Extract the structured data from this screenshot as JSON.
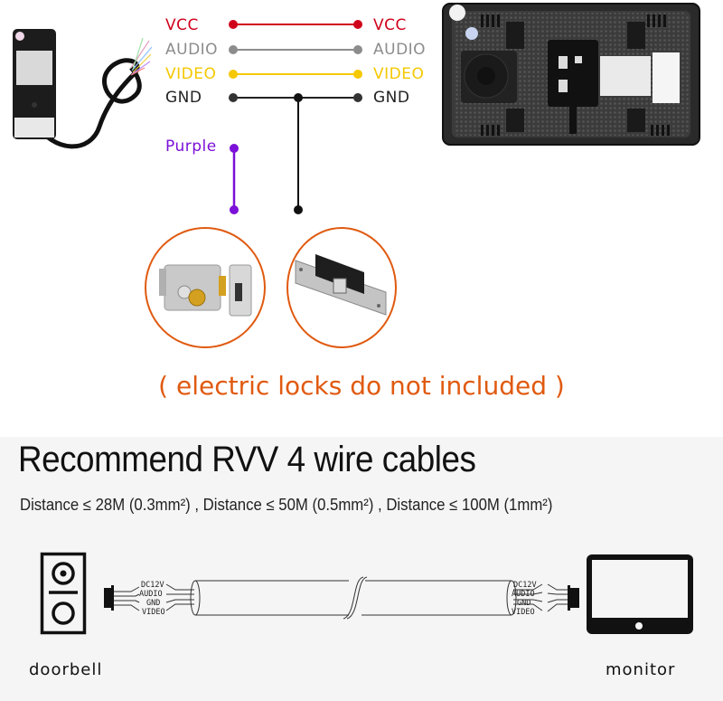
{
  "wiring": {
    "left_labels": [
      {
        "text": "VCC",
        "color": "#d0021b"
      },
      {
        "text": "AUDIO",
        "color": "#8c8c8c"
      },
      {
        "text": "VIDEO",
        "color": "#f5c800"
      },
      {
        "text": "GND",
        "color": "#222222"
      }
    ],
    "right_labels": [
      {
        "text": "VCC",
        "color": "#d0021b"
      },
      {
        "text": "AUDIO",
        "color": "#8c8c8c"
      },
      {
        "text": "VIDEO",
        "color": "#f5c800"
      },
      {
        "text": "GND",
        "color": "#222222"
      }
    ],
    "purple_label": {
      "text": "Purple",
      "color": "#7b10d8"
    }
  },
  "images": {
    "doorbell_back": "outdoor camera unit (rear view) with wire harness",
    "monitor_back": "indoor monitor (rear view)",
    "lock_1": "electric rim lock",
    "lock_2": "electric strike lock"
  },
  "note": {
    "text": "( electric locks do not included )",
    "color": "#e05a10"
  },
  "cables": {
    "heading": "Recommend RVV 4 wire cables",
    "distance_text": "Distance ≤ 28M (0.3mm²) ,  Distance ≤ 50M (0.5mm²) , Distance ≤ 100M (1mm²)",
    "wire_labels_left": [
      "DC12V",
      "AUDIO",
      "GND",
      "VIDEO"
    ],
    "wire_labels_right": [
      "DC12V",
      "AUDIO",
      "GND",
      "VIDEO"
    ],
    "doorbell_label": "doorbell",
    "monitor_label": "monitor"
  },
  "colors": {
    "accent_orange": "#e05a10",
    "vcc": "#d0021b",
    "audio": "#8c8c8c",
    "video": "#f5c800",
    "gnd": "#222222",
    "purple": "#7b10d8"
  }
}
